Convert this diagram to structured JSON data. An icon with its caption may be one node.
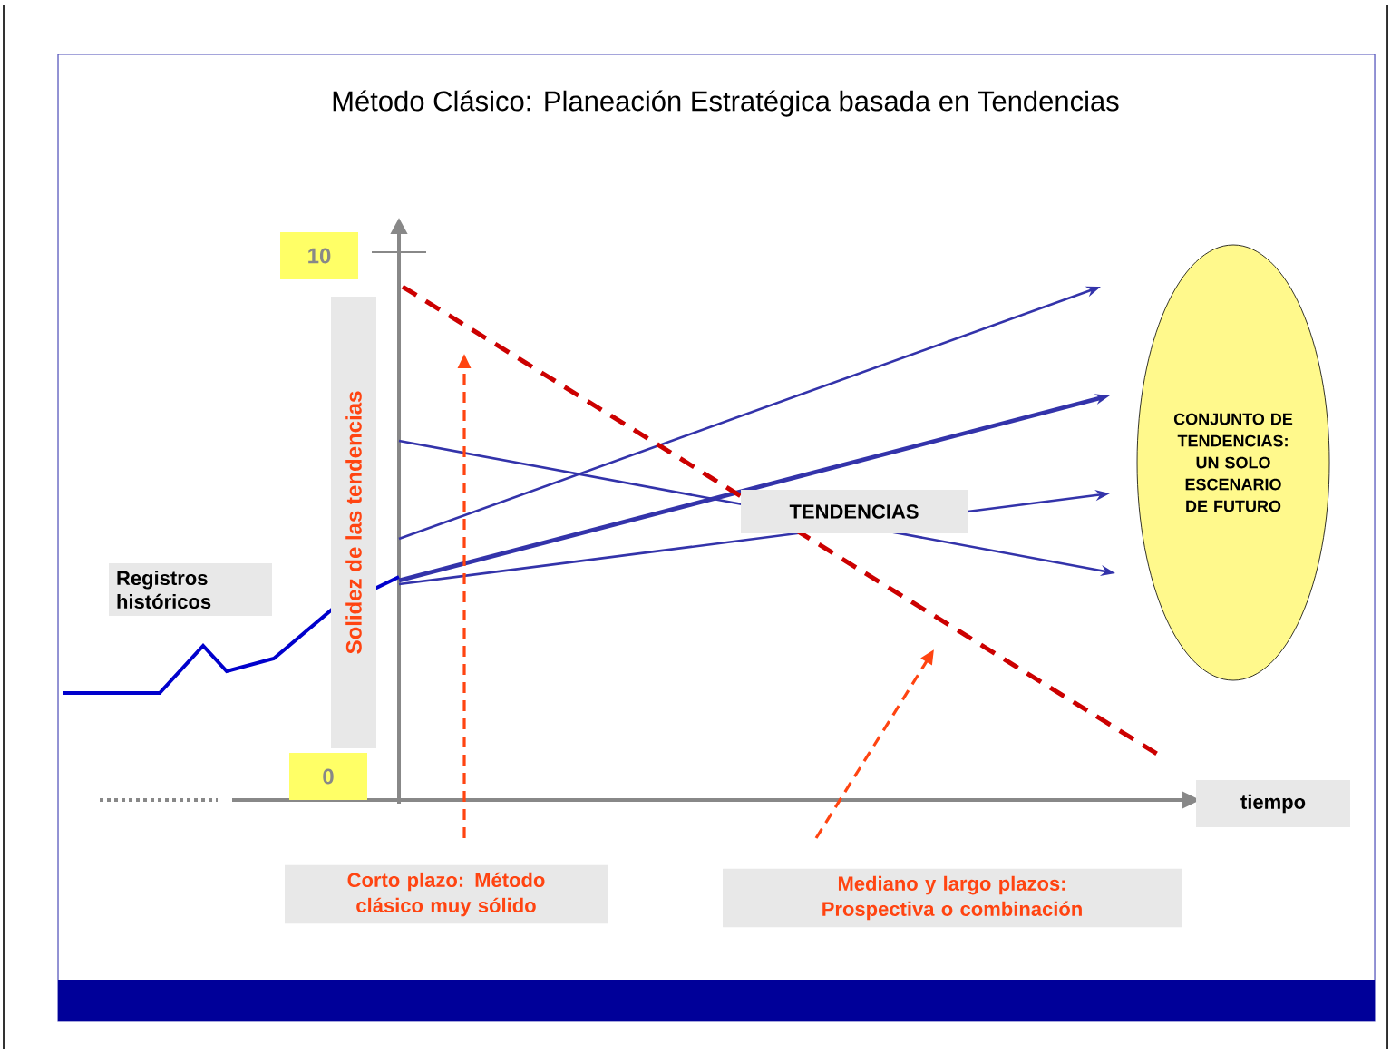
{
  "diagram": {
    "title": "Método Clásico: Planeación Estratégica basada en Tendencias",
    "nodes": [
      {
        "text": [
          "Registros históricos"
        ]
      },
      {
        "text": [
          "TENDENCIAS"
        ]
      },
      {
        "text": [
          "CONJUNTO DE TENDENCIAS: UN SOLO ESCENARIO DE FUTURO"
        ]
      },
      {
        "text": [
          "Corto plazo: Método clásico muy sólido"
        ]
      },
      {
        "text": [
          "Mediano y largo plazos: Prospectiva o combinación"
        ]
      }
    ],
    "edges": [
      {
        "from": 3,
        "to": null,
        "arrow": "to",
        "style": "dashed"
      },
      {
        "from": 4,
        "to": null,
        "arrow": "to",
        "style": "dashed"
      }
    ],
    "labels": [
      "10",
      "Solidez de las tendencias",
      "0",
      "tiempo"
    ]
  }
}
